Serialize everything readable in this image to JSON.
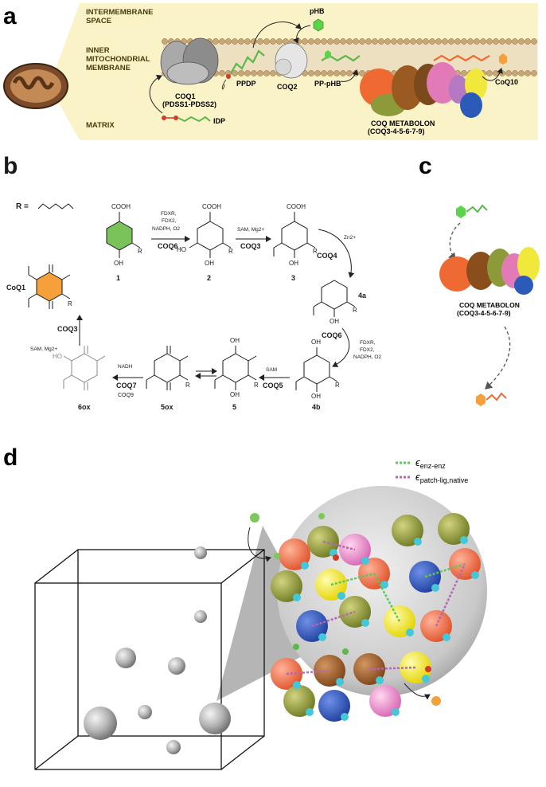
{
  "panel_a": {
    "label": "a",
    "compartments": {
      "intermembrane_line1": "INTERMEMBRANE",
      "intermembrane_line2": "SPACE",
      "inner_line1": "INNER",
      "inner_line2": "MITOCHONDRIAL",
      "inner_line3": "MEMBRANE",
      "matrix": "MATRIX"
    },
    "phb": "pHB",
    "coq1_line1": "COQ1",
    "coq1_line2": "(PDSS1-PDSS2)",
    "pddp": "PPDP",
    "coq2": "COQ2",
    "pp_phb": "PP-pHB",
    "idp": "IDP",
    "coq10": "CoQ10",
    "metabolon_line1": "COQ METABOLON",
    "metabolon_line2": "(COQ3-4-5-6-7-9)",
    "colors": {
      "band": "#fbf3c8",
      "membrane_head": "#c9a676",
      "mito": "#7a4a2a"
    }
  },
  "panel_b": {
    "label": "b",
    "r_def": "R =",
    "compounds": {
      "c1": "1",
      "c2": "2",
      "c3": "3",
      "c4a": "4a",
      "c4b": "4b",
      "c5": "5",
      "c5ox": "5ox",
      "c6ox": "6ox",
      "coq1": "CoQ1"
    },
    "cooh": "COOH",
    "oh": "OH",
    "ho": "HO",
    "r": "R",
    "step1_cond": [
      "FDXR,",
      "FDX2,",
      "NADPH, O2"
    ],
    "step1_enz": "COQ6",
    "step2_cond": "SAM, Mg2+",
    "step2_enz": "COQ3",
    "step3_cond": "Zn2+",
    "step3_enz": "COQ4",
    "step4_enz": "COQ6",
    "step4_cond": [
      "FDXR,",
      "FDX2,",
      "NADPH, O2"
    ],
    "step5_cond": "SAM",
    "step5_enz": "COQ5",
    "step6_cond": "NADH",
    "step6_enz": "COQ7",
    "step6_enz2": "COQ9",
    "step7_cond": "SAM, Mg2+",
    "step7_enz": "COQ3"
  },
  "panel_c": {
    "label": "c",
    "metabolon_line1": "COQ METABOLON",
    "metabolon_line2": "(COQ3-4-5-6-7-9)"
  },
  "panel_d": {
    "label": "d",
    "legend": [
      {
        "symbol": "ϵ",
        "sub": "enz-enz",
        "color": "#5cc85c"
      },
      {
        "symbol": "ϵ",
        "sub": "patch-lig,native",
        "color": "#b466b4"
      }
    ]
  }
}
